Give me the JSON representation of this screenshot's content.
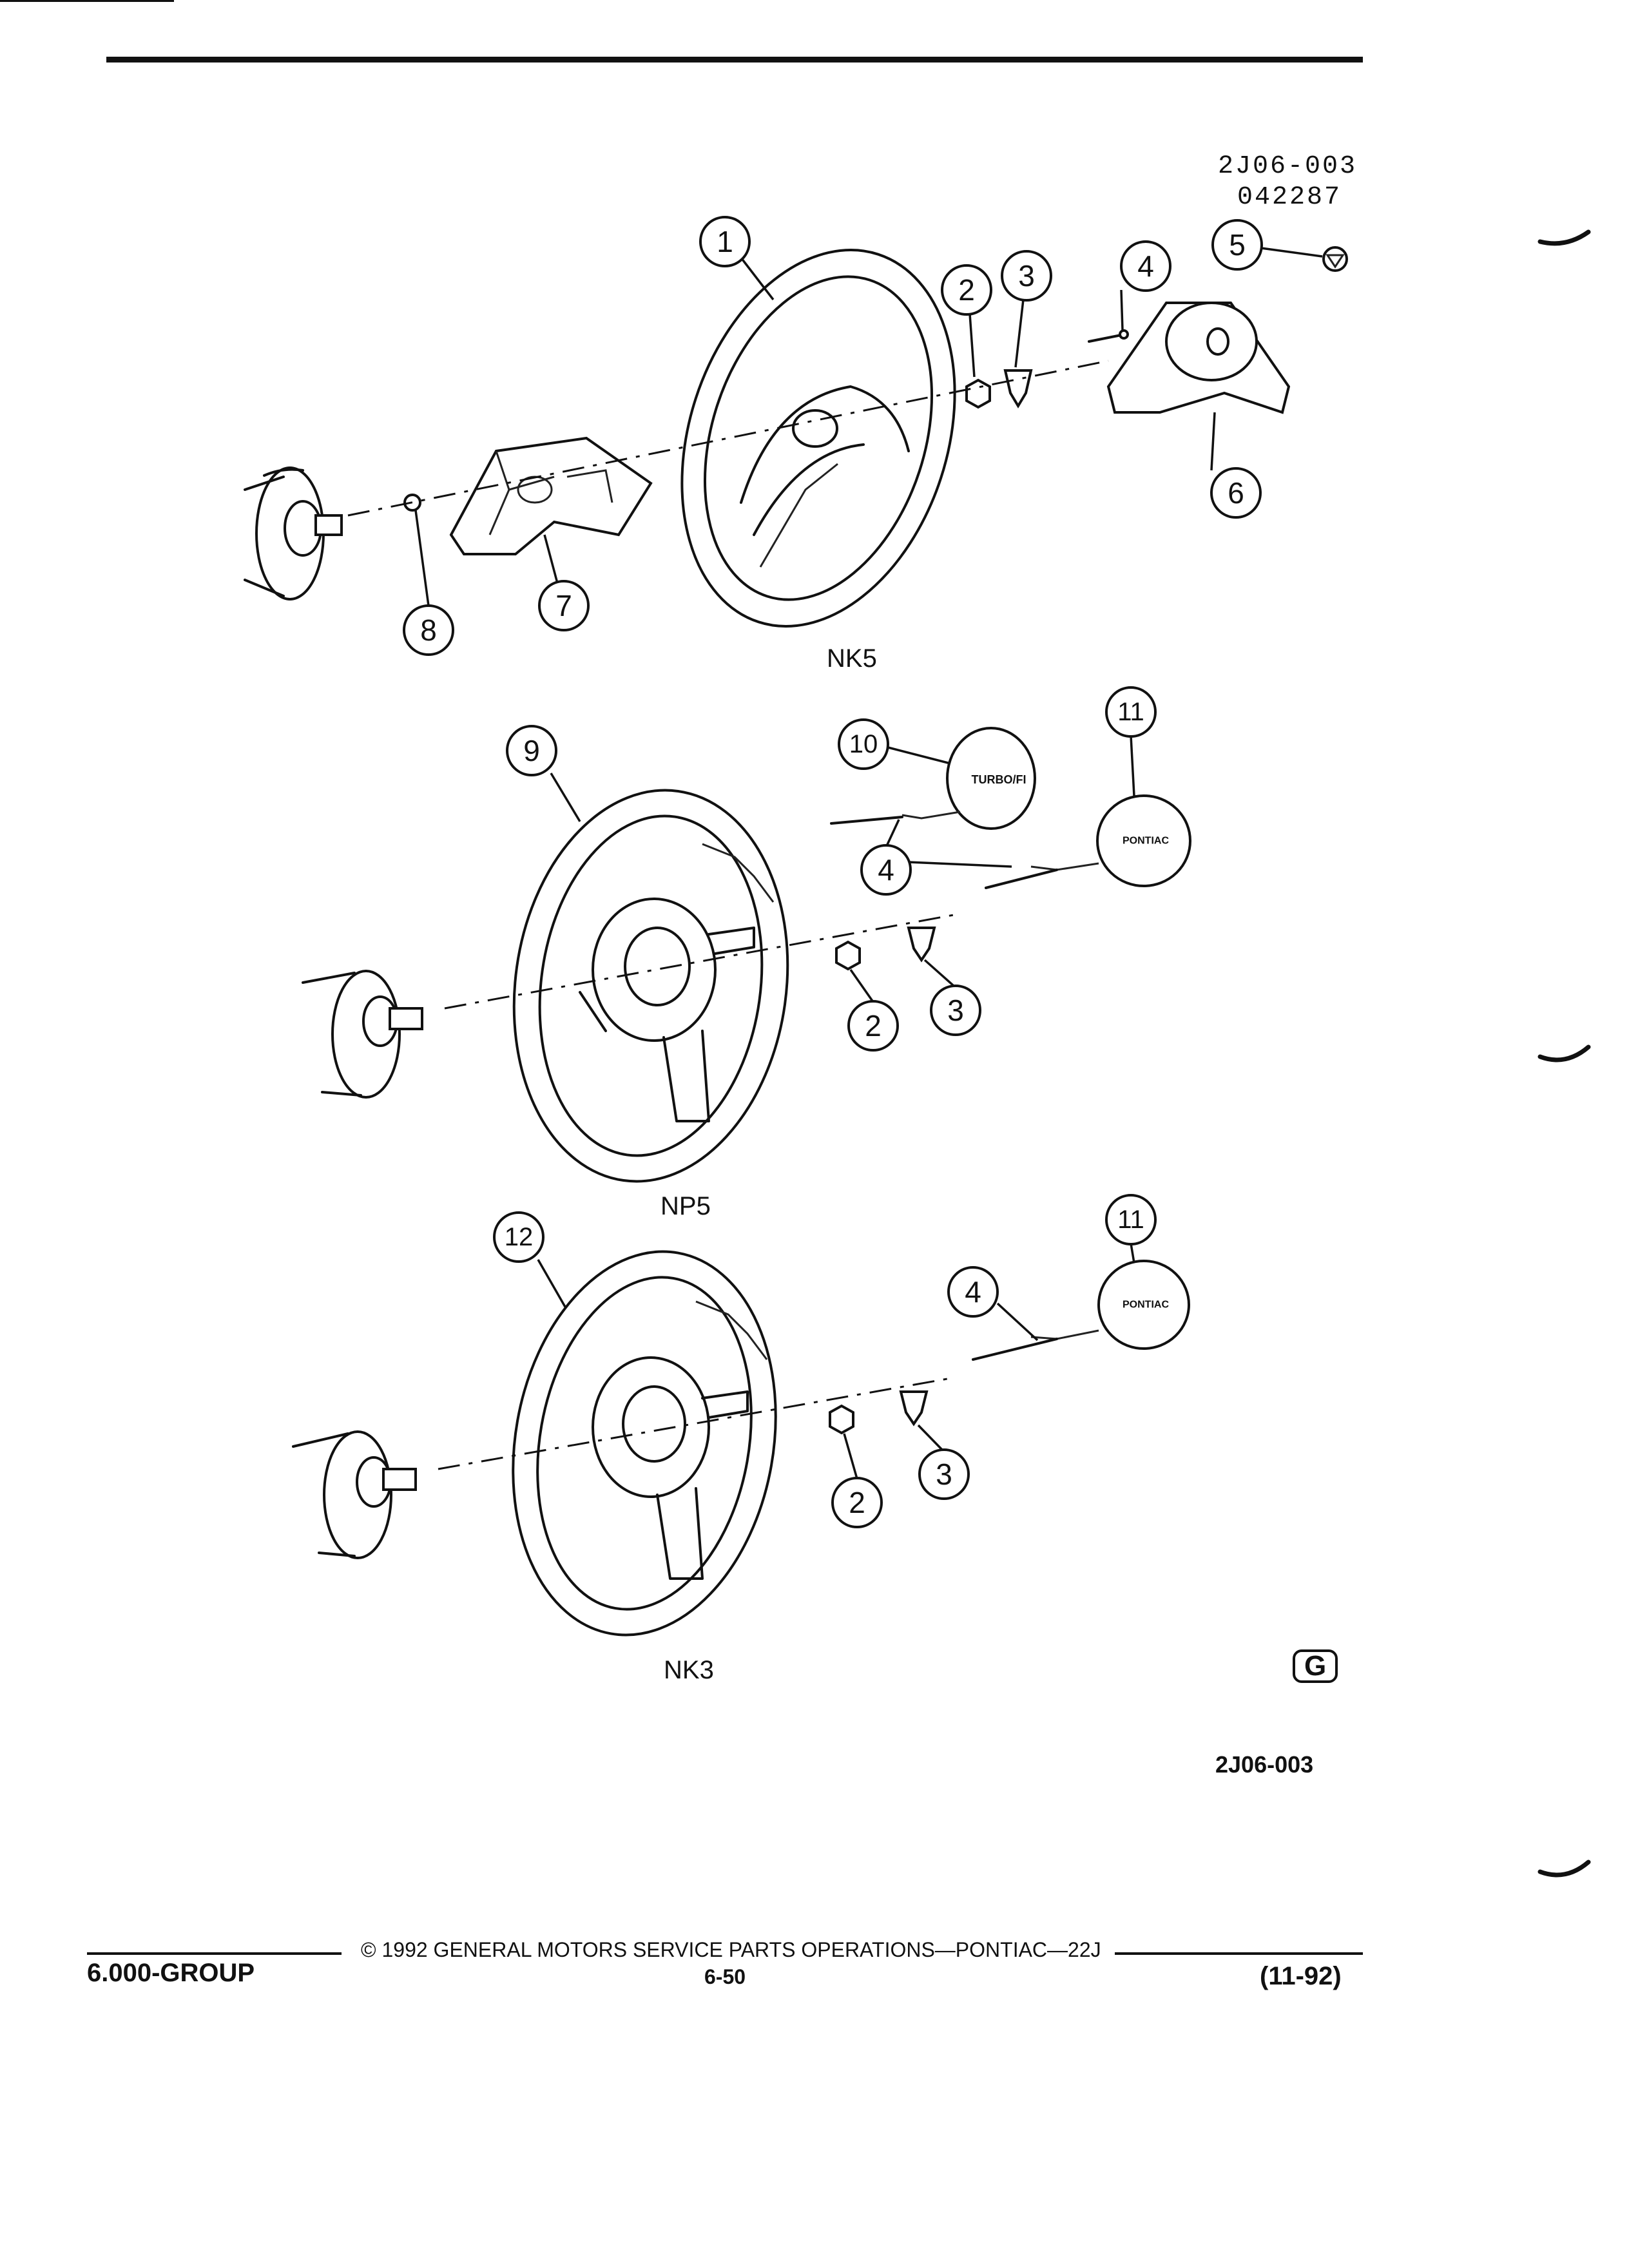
{
  "header": {
    "ref_code": "2J06-003",
    "ref_date": "042287"
  },
  "callouts": [
    "1",
    "2",
    "3",
    "4",
    "5",
    "6",
    "7",
    "8",
    "9",
    "10",
    "11",
    "12"
  ],
  "sections": {
    "nk5": "NK5",
    "np5": "NP5",
    "nk3": "NK3"
  },
  "emblem_text": {
    "pontiac": "PONTIAC",
    "turbo": "TURBO/FI"
  },
  "logo_glyph": "G",
  "figure_code": "2J06-003",
  "footer": {
    "group": "6.000-GROUP",
    "copyright": "© 1992 GENERAL MOTORS SERVICE PARTS OPERATIONS—PONTIAC—22J",
    "page_number": "6-50",
    "revision": "(11-92)"
  }
}
